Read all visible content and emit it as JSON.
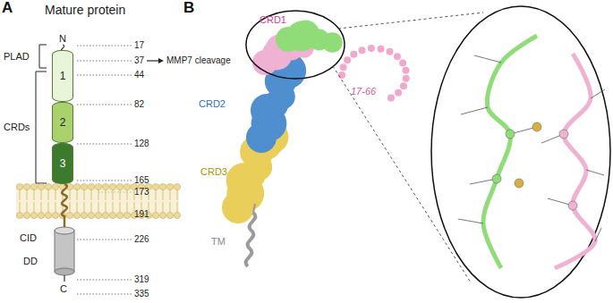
{
  "diagram": {
    "nodes": [
      {
        "text": [
          "1"
        ]
      },
      {
        "text": [
          "2"
        ]
      },
      {
        "text": [
          "3"
        ]
      }
    ],
    "labels": [
      "A",
      "Mature protein",
      "N",
      "17",
      "PLAD",
      "37",
      "MMP7 cleavage",
      "44",
      "CRDs",
      "82",
      "128",
      "165",
      "173",
      "191",
      "226",
      "CID",
      "DD",
      "319",
      "C",
      "335",
      "B",
      "CRD1",
      "CRD2",
      "CRD3",
      "17-66",
      "TM"
    ]
  }
}
